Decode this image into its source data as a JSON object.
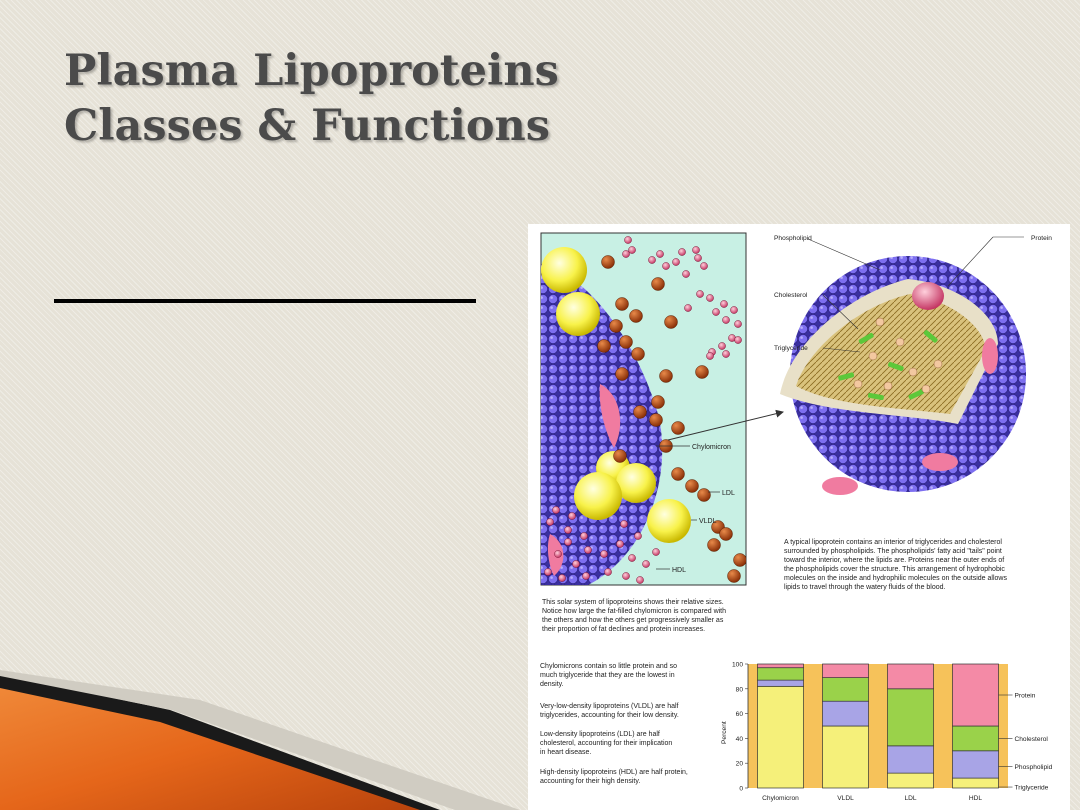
{
  "title": {
    "line1": "Plasma Lipoproteins",
    "line2": "Classes & Functions"
  },
  "colors": {
    "protein": "#f48aa6",
    "cholesterol": "#9ad24a",
    "phospholipid": "#a8a4e6",
    "triglyceride": "#f5f07a",
    "particle_blue": "#7868e0",
    "swoosh_orange": "#e5661a"
  },
  "figure": {
    "solar_labels": {
      "chylomicron": "Chylomicron",
      "ldl": "LDL",
      "vldl": "VLDL",
      "hdl": "HDL"
    },
    "solar_caption": [
      "This solar system of lipoproteins shows their relative sizes.",
      "Notice how large the fat-filled chylomicron is compared with",
      "the others and how the others get progressively smaller as",
      "their proportion of fat declines and protein increases."
    ],
    "structure_labels": {
      "phospholipid": "Phospholipid",
      "protein": "Protein",
      "cholesterol": "Cholesterol",
      "triglyceride": "Triglyceride"
    },
    "structure_caption": [
      "A typical lipoprotein contains an interior of triglycerides and cholesterol",
      "surrounded by phospholipids. The phospholipids' fatty acid \"tails\" point",
      "toward the interior, where the lipids are. Proteins near the outer ends of",
      "the phospholipids cover the structure. This arrangement of hydrophobic",
      "molecules on the inside and hydrophilic molecules on the outside allows",
      "lipids to travel through the watery fluids of the blood."
    ],
    "notes": [
      [
        "Chylomicrons contain so little protein and so",
        "much triglyceride that they are the lowest in",
        "density."
      ],
      [
        "Very-low-density lipoproteins (VLDL) are half",
        "triglycerides, accounting for their low density."
      ],
      [
        "Low-density lipoproteins (LDL) are half",
        "cholesterol, accounting for their implication",
        "in heart disease."
      ],
      [
        "High-density lipoproteins (HDL) are half protein,",
        "accounting for their high density."
      ]
    ]
  },
  "chart_data": {
    "type": "bar",
    "stacked": true,
    "categories": [
      "Chylomicron",
      "VLDL",
      "LDL",
      "HDL"
    ],
    "series": [
      {
        "name": "Triglyceride",
        "color": "#f5f07a",
        "values": [
          82,
          50,
          12,
          8
        ]
      },
      {
        "name": "Phospholipid",
        "color": "#a8a4e6",
        "values": [
          5,
          20,
          22,
          22
        ]
      },
      {
        "name": "Cholesterol",
        "color": "#9ad24a",
        "values": [
          10,
          19,
          46,
          20
        ]
      },
      {
        "name": "Protein",
        "color": "#f48aa6",
        "values": [
          3,
          11,
          20,
          50
        ]
      }
    ],
    "ylabel": "Percent",
    "ylim": [
      0,
      100
    ],
    "yticks": [
      0,
      20,
      40,
      60,
      80,
      100
    ]
  }
}
